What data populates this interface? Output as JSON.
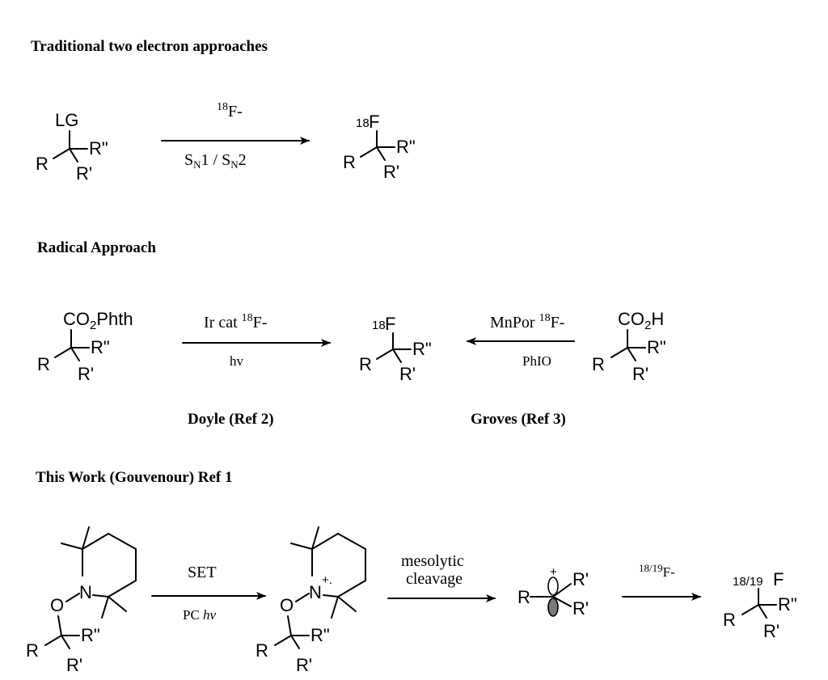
{
  "sections": {
    "traditional": "Traditional two electron approaches",
    "radical": "Radical Approach",
    "this_work": "This Work (Gouvenour) Ref 1"
  },
  "labels": {
    "LG": "LG",
    "R": "R",
    "R_prime": "R'",
    "R_dprime": "R\"",
    "F": "F",
    "F18": "18",
    "F1819": "18/19",
    "CO2Phth": "CO2Phth",
    "CO2H": "CO2H",
    "N": "N",
    "O": "O"
  },
  "traditional": {
    "reagent_mass": "18",
    "reagent": "F-",
    "conditions": "SN1 / SN2"
  },
  "radical": {
    "doyle_reagent": "Ir cat ",
    "doyle_mass": "18",
    "doyle_fluoride": "F-",
    "doyle_conditions": "hv",
    "doyle_ref": "Doyle (Ref 2)",
    "groves_reagent": "MnPor ",
    "groves_mass": "18",
    "groves_fluoride": "F-",
    "groves_conditions": "PhIO",
    "groves_ref": "Groves (Ref 3)"
  },
  "this_work": {
    "step1_reagent": "SET",
    "step1_conditions_pc": "PC ",
    "step1_conditions_hv": "hv",
    "step2_line1": "mesolytic",
    "step2_line2": "cleavage",
    "step3_mass": "18/19",
    "step3_fluoride": "F-",
    "radical_cation_mark": "+.",
    "cation_mark": "+"
  }
}
